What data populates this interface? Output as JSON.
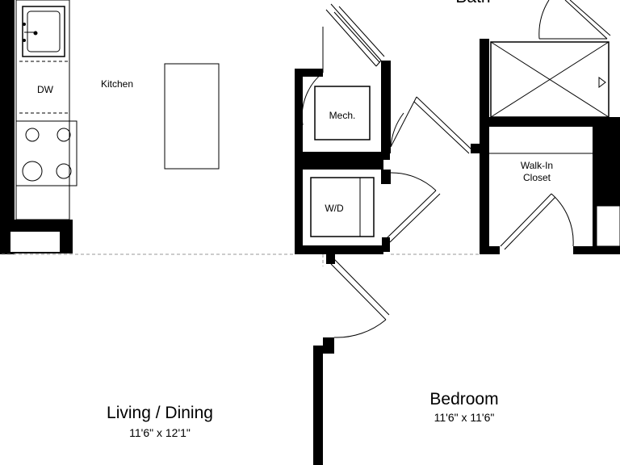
{
  "plan": {
    "rooms": {
      "bath": "Bath",
      "kitchen": "Kitchen",
      "mechanical": "Mech.",
      "laundry": "W/D",
      "dishwasher": "DW",
      "closet_line1": "Walk-In",
      "closet_line2": "Closet",
      "living_name": "Living / Dining",
      "living_dims": "11'6\" x 12'1\"",
      "bedroom_name": "Bedroom",
      "bedroom_dims": "11'6\" x 11'6\""
    },
    "colors": {
      "wall": "#000000",
      "background": "#ffffff",
      "dashed_wall": "#9a9a9a"
    }
  }
}
